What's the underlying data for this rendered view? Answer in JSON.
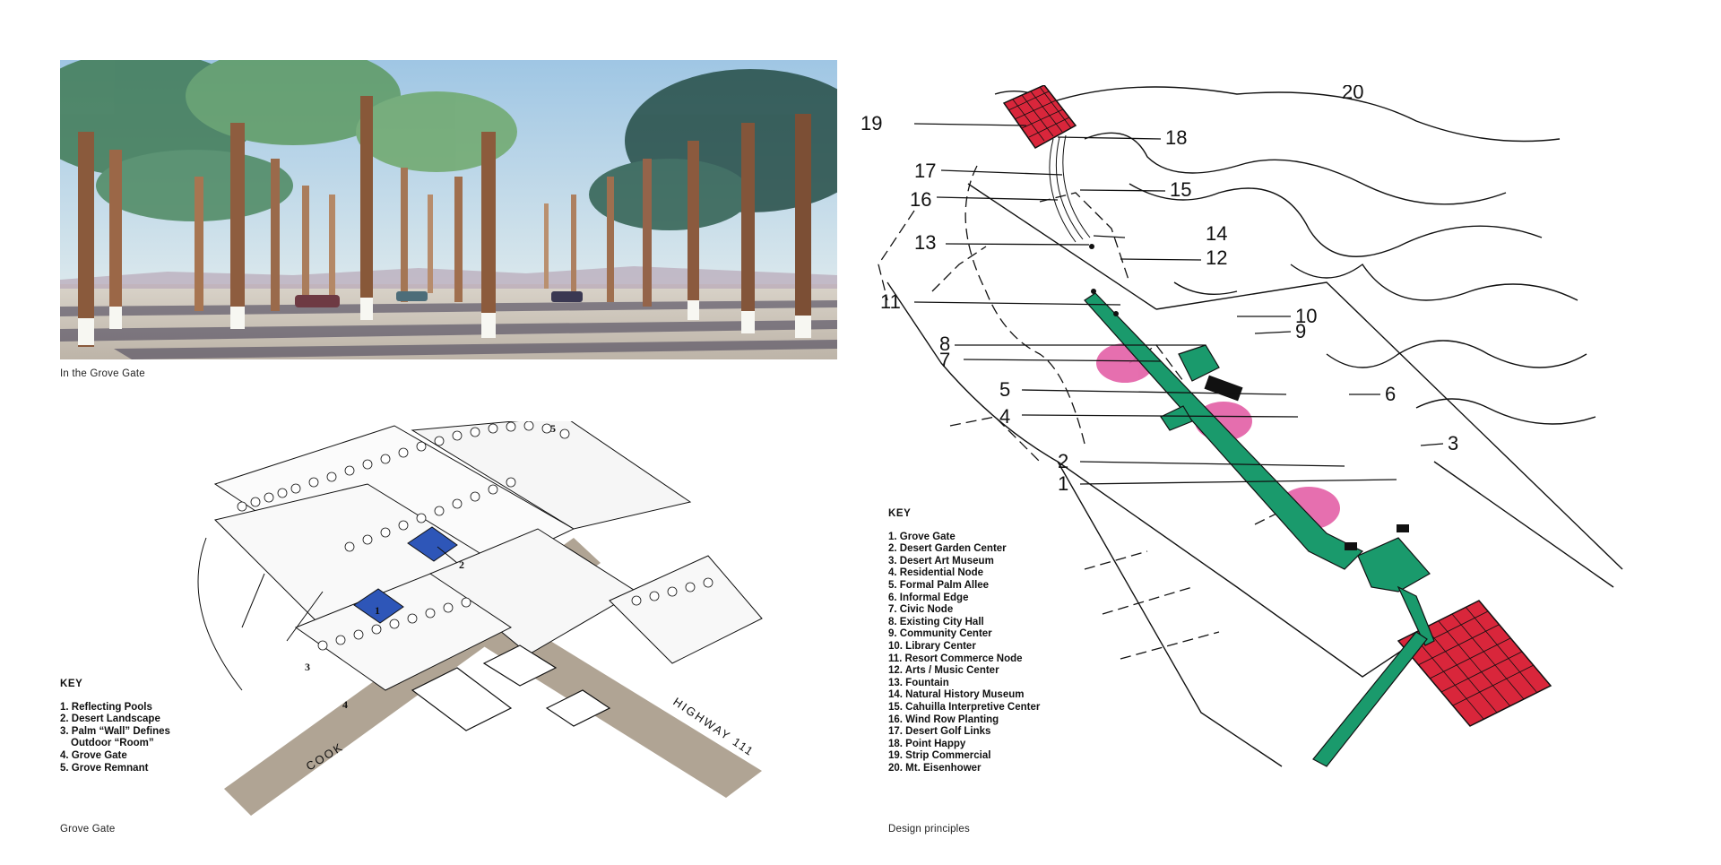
{
  "left_page": {
    "painting_caption": "In the Grove Gate",
    "key_title": "KEY",
    "key_items": [
      "1. Reflecting Pools",
      "2. Desert Landscape",
      "3. Palm “Wall” Defines",
      "Outdoor “Room”",
      "4. Grove Gate",
      "5. Grove Remnant"
    ],
    "axo_labels": {
      "n1": "1",
      "n2": "2",
      "n3": "3",
      "n4": "4",
      "n5": "5"
    },
    "street_labels": {
      "cook": "COOK",
      "highway": "HIGHWAY 111"
    },
    "page_caption": "Grove Gate"
  },
  "right_page": {
    "key_title": "KEY",
    "key_items": [
      "1. Grove Gate",
      "2. Desert Garden Center",
      "3. Desert Art Museum",
      "4. Residential Node",
      "5. Formal Palm Allee",
      "6. Informal Edge",
      "7. Civic Node",
      "8. Existing City Hall",
      "9. Community Center",
      "10. Library Center",
      "11. Resort Commerce Node",
      "12. Arts / Music Center",
      "13. Fountain",
      "14. Natural History Museum",
      "15. Cahuilla Interpretive Center",
      "16. Wind Row Planting",
      "17. Desert Golf Links",
      "18. Point Happy",
      "19. Strip Commercial",
      "20. Mt. Eisenhower"
    ],
    "plan_labels": {
      "n1": "1",
      "n2": "2",
      "n3": "3",
      "n4": "4",
      "n5": "5",
      "n6": "6",
      "n7": "7",
      "n8": "8",
      "n9": "9",
      "n10": "10",
      "n11": "11",
      "n12": "12",
      "n13": "13",
      "n14": "14",
      "n15": "15",
      "n16": "16",
      "n17": "17",
      "n18": "18",
      "n19": "19",
      "n20": "20"
    },
    "page_caption": "Design principles"
  },
  "colors": {
    "spine_green": "#1a9a6c",
    "node_pink": "#e35fa6",
    "commercial_red": "#d9263b",
    "pool_blue": "#2e56b8",
    "road_tan": "#b0a494"
  }
}
